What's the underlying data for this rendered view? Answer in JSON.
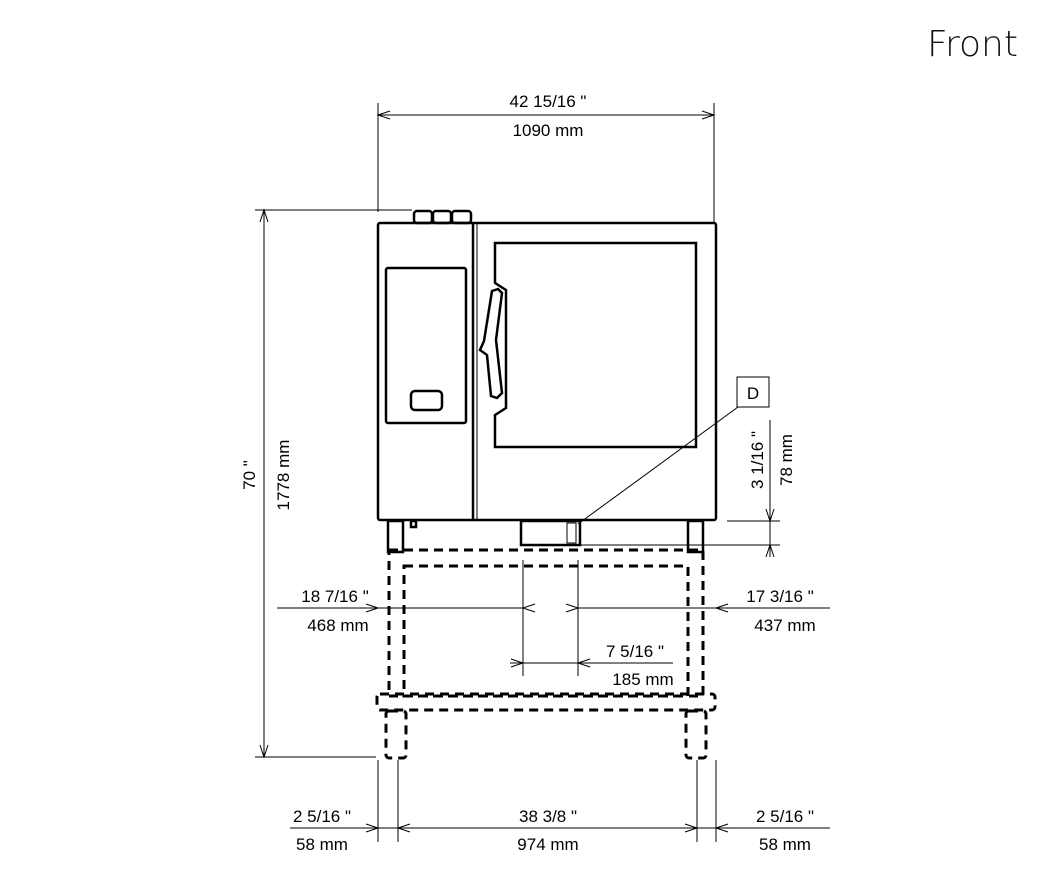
{
  "view_title": "Front",
  "callout": "D",
  "dimensions": {
    "overall_width": {
      "inch": "42 15/16 \"",
      "mm": "1090 mm"
    },
    "overall_height": {
      "inch": "70 \"",
      "mm": "1778 mm"
    },
    "drain_height": {
      "inch": "3 1/16 \"",
      "mm": "78 mm"
    },
    "left_to_drain": {
      "inch": "18 7/16 \"",
      "mm": "468 mm"
    },
    "right_to_drain": {
      "inch": "17 3/16 \"",
      "mm": "437 mm"
    },
    "drain_spacing": {
      "inch": "7 5/16 \"",
      "mm": "185 mm"
    },
    "left_leg_offset": {
      "inch": "2 5/16 \"",
      "mm": "58 mm"
    },
    "leg_span": {
      "inch": "38 3/8 \"",
      "mm": "974 mm"
    },
    "right_leg_offset": {
      "inch": "2 5/16 \"",
      "mm": "58 mm"
    }
  }
}
